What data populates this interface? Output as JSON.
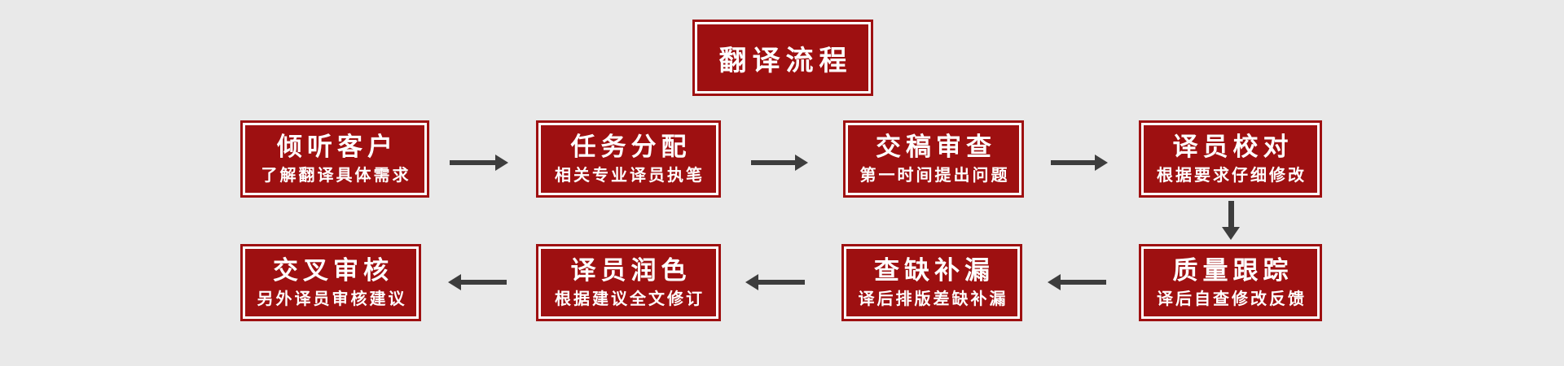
{
  "page": {
    "background_color": "#e9e9e9"
  },
  "colors": {
    "box_red": "#9e1011",
    "box_inner_border": "#ffffff",
    "text": "#ffffff",
    "arrow_gray": "#3d3d3d"
  },
  "header": {
    "title": "翻译流程"
  },
  "steps": [
    {
      "title": "倾听客户",
      "subtitle": "了解翻译具体需求"
    },
    {
      "title": "任务分配",
      "subtitle": "相关专业译员执笔"
    },
    {
      "title": "交稿审查",
      "subtitle": "第一时间提出问题"
    },
    {
      "title": "译员校对",
      "subtitle": "根据要求仔细修改"
    },
    {
      "title": "质量跟踪",
      "subtitle": "译后自查修改反馈"
    },
    {
      "title": "查缺补漏",
      "subtitle": "译后排版差缺补漏"
    },
    {
      "title": "译员润色",
      "subtitle": "根据建议全文修订"
    },
    {
      "title": "交叉审核",
      "subtitle": "另外译员审核建议"
    }
  ],
  "flow": {
    "row1_direction": "left-to-right",
    "row2_direction": "right-to-left",
    "connector_row1_to_row2": "down",
    "arrow_icons": [
      "right-arrow",
      "right-arrow",
      "right-arrow",
      "down-arrow",
      "left-arrow",
      "left-arrow",
      "left-arrow"
    ]
  }
}
